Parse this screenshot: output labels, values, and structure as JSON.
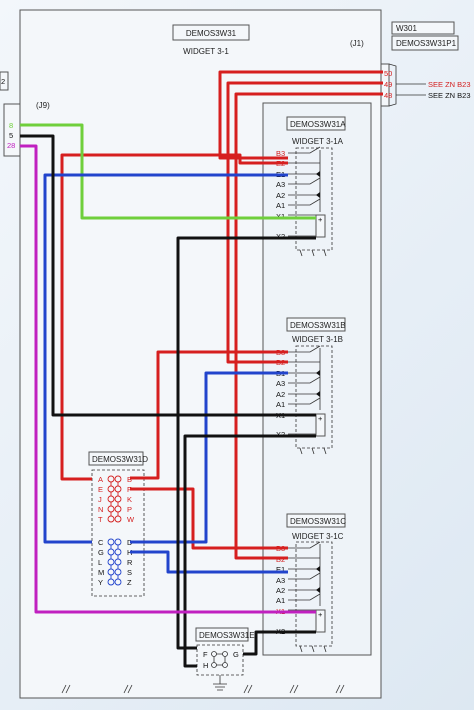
{
  "colors": {
    "red": "#d61f1f",
    "green": "#6fcf3b",
    "blue": "#2244cc",
    "black": "#111111",
    "magenta": "#c020c0",
    "label_red": "#d42020"
  },
  "main_unit": {
    "ref": "DEMOS3W31",
    "title": "WIDGET 3-1",
    "conn": "(J1)",
    "left_conn": "(J9)"
  },
  "left_edge": {
    "tag": "2",
    "pins": [
      "8",
      "5",
      "28"
    ]
  },
  "w301": {
    "ref": "W301",
    "plug": "DEMOS3W31P1",
    "pins": [
      {
        "num": "50",
        "note": "",
        "red": true
      },
      {
        "num": "49",
        "note": "SEE ZN B23",
        "red": true
      },
      {
        "num": "48",
        "note": "SEE ZN B23",
        "red": false
      }
    ]
  },
  "widget_a": {
    "ref": "DEMOS3W31A",
    "title": "WIDGET 3-1A",
    "pins": [
      {
        "label": "B3",
        "red": true
      },
      {
        "label": "E2",
        "red": true
      },
      {
        "label": "E1",
        "red": false
      },
      {
        "label": "A3",
        "red": false
      },
      {
        "label": "A2",
        "red": false
      },
      {
        "label": "A1",
        "red": false
      },
      {
        "label": "X1",
        "red": false
      },
      {
        "label": "X2",
        "red": false
      }
    ]
  },
  "widget_b": {
    "ref": "DEMOS3W31B",
    "title": "WIDGET 3-1B",
    "pins": [
      {
        "label": "B3",
        "red": true
      },
      {
        "label": "B2",
        "red": true
      },
      {
        "label": "B1",
        "red": false
      },
      {
        "label": "A3",
        "red": false
      },
      {
        "label": "A2",
        "red": false
      },
      {
        "label": "A1",
        "red": false
      },
      {
        "label": "X1",
        "red": false
      },
      {
        "label": "X2",
        "red": false
      }
    ]
  },
  "widget_c": {
    "ref": "DEMOS3W31C",
    "title": "WIDGET 3-1C",
    "pins": [
      {
        "label": "B3",
        "red": true
      },
      {
        "label": "B2",
        "red": true
      },
      {
        "label": "E1",
        "red": false
      },
      {
        "label": "A3",
        "red": false
      },
      {
        "label": "A2",
        "red": false
      },
      {
        "label": "A1",
        "red": false
      },
      {
        "label": "X1",
        "red": true
      },
      {
        "label": "X2",
        "red": false
      }
    ]
  },
  "widget_d": {
    "ref": "DEMOS3W31D",
    "left_top": [
      "E",
      "J",
      "N",
      "T"
    ],
    "left_top_first": "A",
    "right_top": [
      "B",
      "F",
      "K",
      "P",
      "W"
    ],
    "left_bottom": [
      "C",
      "G",
      "L",
      "M",
      "Y"
    ],
    "right_bottom": [
      "D",
      "H",
      "R",
      "S",
      "Z"
    ]
  },
  "widget_e": {
    "ref": "DEMOS3W31E",
    "pins": [
      "F",
      "G",
      "H"
    ]
  }
}
